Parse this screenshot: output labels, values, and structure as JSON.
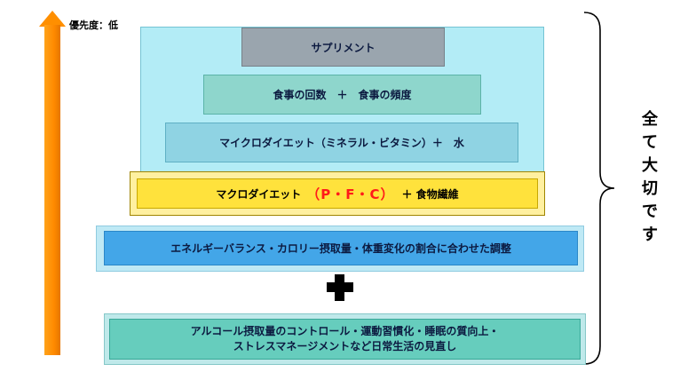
{
  "priority_label": "優先度：低",
  "boxes": {
    "supplement": "サプリメント",
    "meal": "食事の回数　＋　食事の頻度",
    "micro": "マイクロダイエット（ミネラル・ビタミン）＋　水",
    "macro_prefix": "マクロダイエット",
    "macro_pfc": "（P・F・C）",
    "macro_suffix": "＋ 食物繊維",
    "energy": "エネルギーバランス・カロリー摂取量・体重変化の割合に合わせた調整",
    "lifestyle_line1": "アルコール摂取量のコントロール・運動習慣化・睡眠の質向上・",
    "lifestyle_line2": "ストレスマネージメントなど日常生活の見直し"
  },
  "side_label": [
    "全",
    "て",
    "大",
    "切",
    "で",
    "す"
  ],
  "colors": {
    "arrow": "#ff8f00",
    "pfc": "#ff1a1a",
    "macro": "#ffe23c",
    "energy": "#43a6e8",
    "lifestyle": "#66cdbd",
    "panel": "#b3ecf6"
  }
}
